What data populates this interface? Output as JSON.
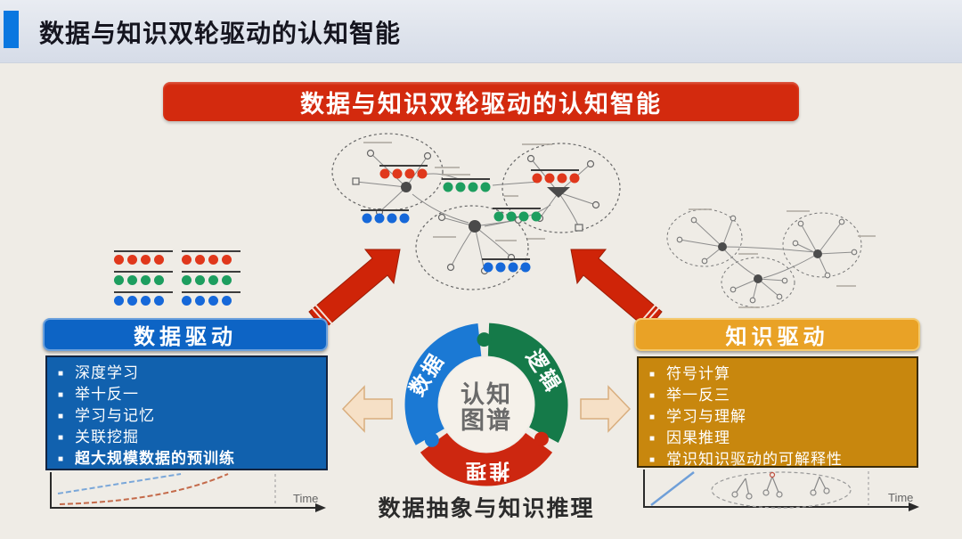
{
  "header": {
    "title": "数据与知识双轮驱动的认知智能"
  },
  "banner": {
    "title": "数据与知识双轮驱动的认知智能"
  },
  "left_panel": {
    "title": "数据驱动",
    "items": [
      "深度学习",
      "举十反一",
      "学习与记忆",
      "关联挖掘",
      "超大规模数据的预训练"
    ],
    "chart": {
      "xlabel": "Time"
    }
  },
  "right_panel": {
    "title": "知识驱动",
    "items": [
      "符号计算",
      "举一反三",
      "学习与理解",
      "因果推理",
      "常识知识驱动的可解释性"
    ],
    "chart": {
      "xlabel": "Time"
    }
  },
  "ring": {
    "segments": [
      {
        "label": "数据",
        "color": "#1b79d4"
      },
      {
        "label": "逻辑",
        "color": "#157a49"
      },
      {
        "label": "推理",
        "color": "#cd2710"
      }
    ],
    "center_line1": "认知",
    "center_line2": "图谱"
  },
  "caption": "数据抽象与知识推理",
  "colors": {
    "banner_red": "#d32a0e",
    "panel_blue_header": "#0d64c5",
    "panel_blue_body": "#1161ae",
    "panel_gold_header": "#e9a226",
    "panel_gold_body": "#c8870e",
    "arrow_red": "#cf2408",
    "arrow_beige": "#f6e0c6",
    "dot_red": "#e0381c",
    "dot_green": "#1d9e5f",
    "dot_blue": "#1668d9",
    "slide_bg": "#efece6",
    "topbar_accent": "#0a77e0"
  }
}
